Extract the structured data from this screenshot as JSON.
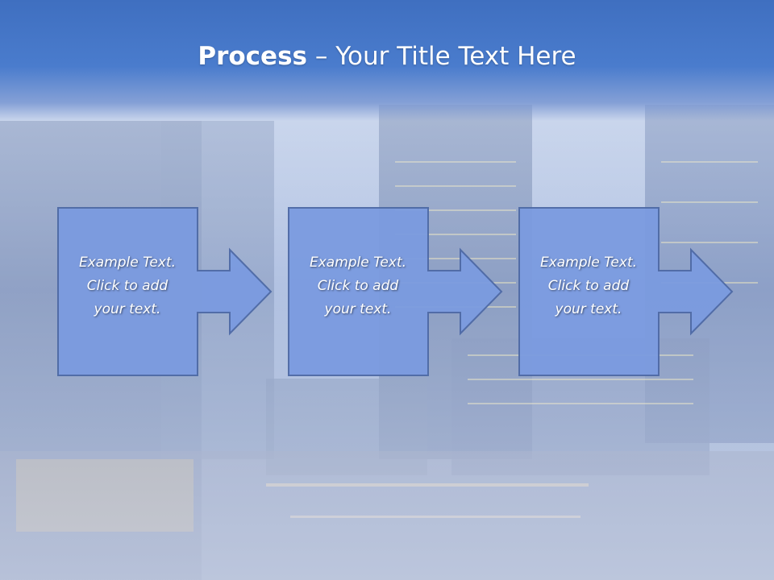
{
  "title": {
    "bold": "Process",
    "rest": " – Your Title Text Here"
  },
  "steps": [
    {
      "lines": [
        "Example Text.",
        "Click  to add",
        "your text."
      ]
    },
    {
      "lines": [
        "Example Text.",
        "Click  to add",
        "your text."
      ]
    },
    {
      "lines": [
        "Example Text.",
        "Click  to add",
        "your text."
      ]
    }
  ],
  "colors": {
    "title_bar": "#4a7ccd",
    "arrow_fill": "#7b9be0",
    "arrow_stroke": "#4e6aa6"
  }
}
